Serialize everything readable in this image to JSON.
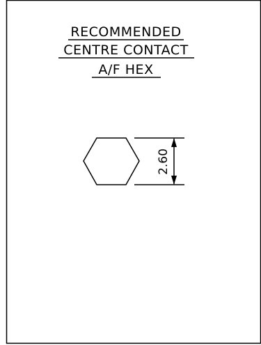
{
  "title": {
    "line1": "RECOMMENDED",
    "line2": "CENTRE CONTACT",
    "line3": "A/F HEX"
  },
  "dimension": {
    "value": "2.60"
  },
  "colors": {
    "background": "#ffffff",
    "ink": "#000000"
  }
}
